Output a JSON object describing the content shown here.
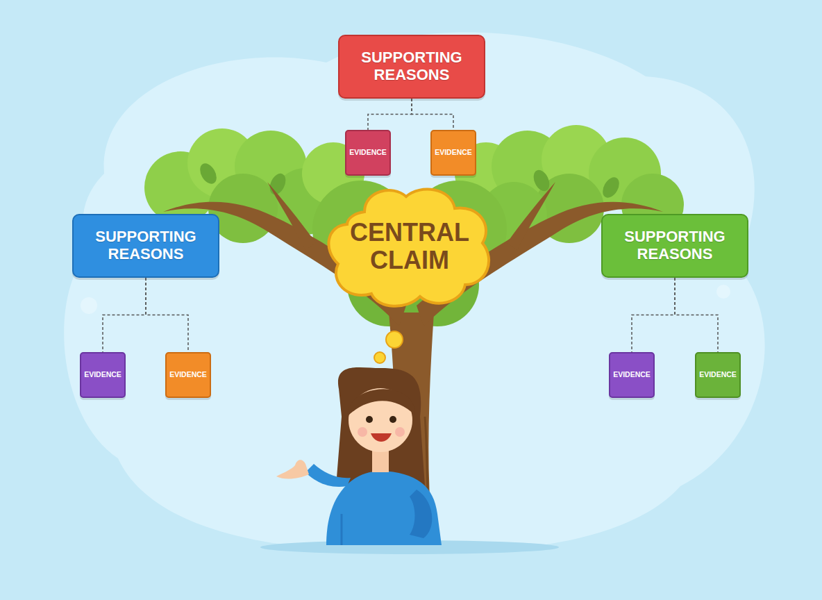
{
  "diagram": {
    "nodes": [
      {
        "text": [
          "SUPPORTING REASONS"
        ]
      },
      {
        "text": [
          "EVIDENCE"
        ]
      },
      {
        "text": [
          "EVIDENCE"
        ]
      },
      {
        "text": [
          "CENTRAL CLAIM"
        ]
      },
      {
        "text": [
          "SUPPORTING REASONS"
        ]
      },
      {
        "text": [
          "SUPPORTING REASONS"
        ]
      },
      {
        "text": [
          "EVIDENCE"
        ]
      },
      {
        "text": [
          "EVIDENCE"
        ]
      },
      {
        "text": [
          "EVIDENCE"
        ]
      },
      {
        "text": [
          "EVIDENCE"
        ]
      }
    ],
    "edges": [
      {
        "from": 0,
        "to": 1,
        "arrow": "none"
      },
      {
        "from": 0,
        "to": 2,
        "arrow": "none"
      },
      {
        "from": 4,
        "to": 6,
        "arrow": "none"
      },
      {
        "from": 4,
        "to": 7,
        "arrow": "none"
      },
      {
        "from": 5,
        "to": 8,
        "arrow": "none"
      },
      {
        "from": 5,
        "to": 9,
        "arrow": "none"
      }
    ]
  }
}
